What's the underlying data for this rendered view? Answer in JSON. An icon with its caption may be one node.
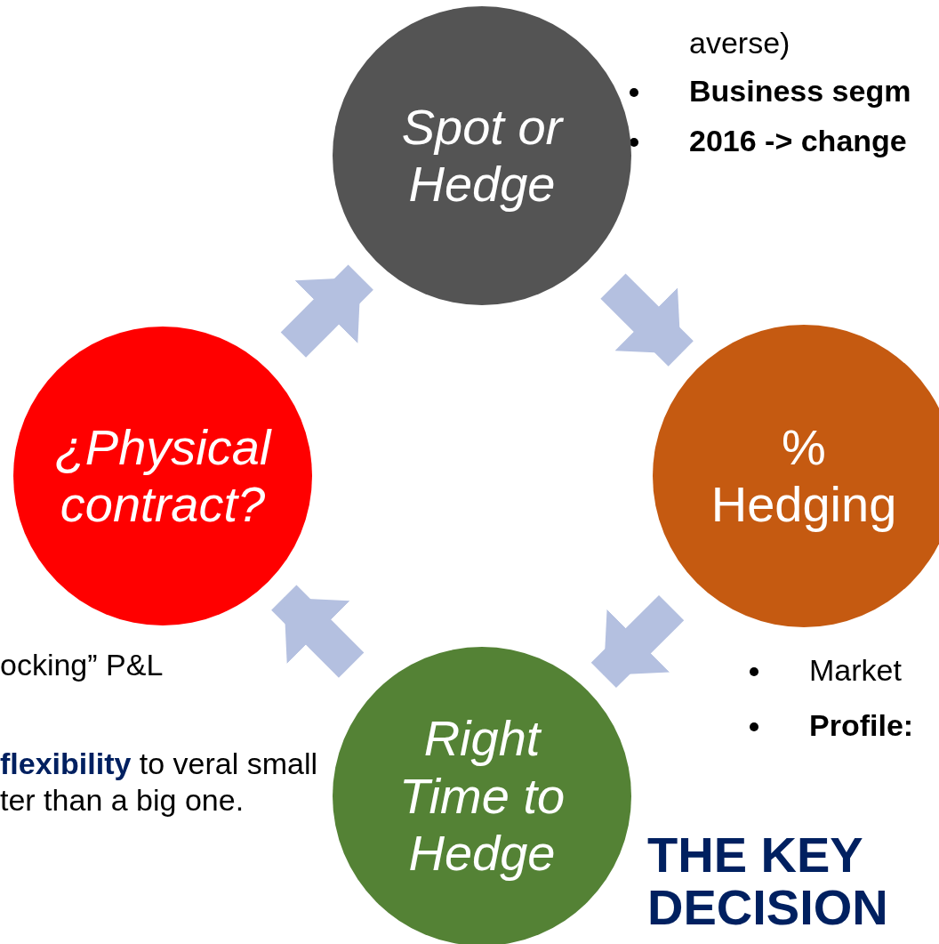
{
  "diagram": {
    "nodes": [
      {
        "text": [
          "Spot or Hedge"
        ]
      },
      {
        "text": [
          "% Hedging"
        ]
      },
      {
        "text": [
          "Right Time to Hedge"
        ]
      },
      {
        "text": [
          "¿Physical contract?"
        ]
      }
    ],
    "edges": [
      {
        "from": 0,
        "to": 1,
        "arrow": "to"
      },
      {
        "from": 1,
        "to": 2,
        "arrow": "to"
      },
      {
        "from": 2,
        "to": 3,
        "arrow": "to"
      },
      {
        "from": 3,
        "to": 0,
        "arrow": "to"
      }
    ],
    "labels": [
      "averse)",
      "Business segm",
      "2016 -> change",
      "ocking” P&L",
      "**flexibility** to veral small ter than a big one.",
      "Market",
      "Profile:",
      "THE KEY DECISION"
    ]
  }
}
